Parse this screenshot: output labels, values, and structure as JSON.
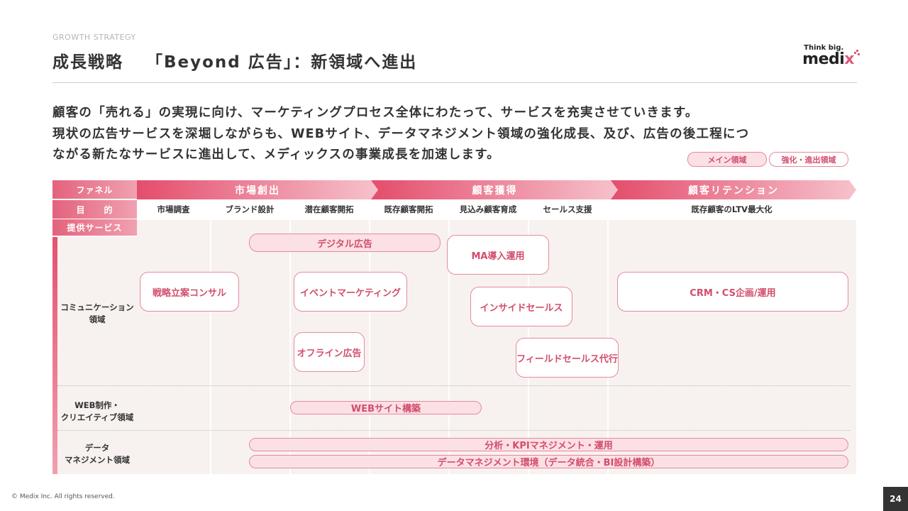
{
  "header": {
    "eyebrow": "GROWTH STRATEGY",
    "title_part1": "成長戦略",
    "title_part2": "「Beyond 広告」：新領域へ進出"
  },
  "logo": {
    "tagline": "Think big.",
    "word_main": "medi",
    "word_accent": "x"
  },
  "lead": {
    "lines": [
      "顧客の「売れる」の実現に向け、マーケティングプロセス全体にわたって、サービスを充実させていきます。",
      "現状の広告サービスを深堀しながらも、WEBサイト、データマネジメント領域の強化成長、及び、広告の後工程につ",
      "ながる新たなサービスに進出して、メディックスの事業成長を加速します。"
    ]
  },
  "legend": {
    "main": "メイン領域",
    "sub": "強化・進出領域"
  },
  "diagram": {
    "row_labels": {
      "funnel": "ファネル",
      "purpose": "目　　的",
      "services": "提供サービス"
    },
    "funnel_stages": [
      "市場創出",
      "顧客獲得",
      "顧客リテンション"
    ],
    "purposes": [
      "市場調査",
      "ブランド設計",
      "潜在顧客開拓",
      "既存顧客開拓",
      "見込み顧客育成",
      "セールス支援",
      "既存顧客のLTV最大化"
    ],
    "sections": {
      "communication": "コミュニケーション\n領域",
      "web": "WEB制作・\nクリエイティブ領域",
      "data": "データ\nマネジメント領域"
    },
    "services": {
      "digital_ads": "デジタル広告",
      "ma": "MA導入運用",
      "strategy": "戦略立案コンサル",
      "event": "イベントマーケティング",
      "inside_sales": "インサイドセールス",
      "crm": "CRM・CS企画/運用",
      "offline": "オフライン広告",
      "field_sales": "フィールドセールス代行",
      "website": "WEBサイト構築",
      "kpi": "分析・KPIマネジメント・運用",
      "data_env": "データマネジメント環境（データ統合・BI設計構築）"
    }
  },
  "footer": {
    "copyright": "© Medix Inc. All rights reserved.",
    "page": "24"
  }
}
